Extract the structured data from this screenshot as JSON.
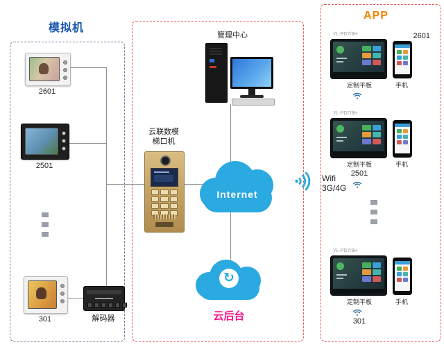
{
  "sections": {
    "analog_title": "模拟机",
    "app_title": "APP"
  },
  "left": {
    "monitors": [
      {
        "label": "2601"
      },
      {
        "label": "2501"
      },
      {
        "label": "301"
      }
    ],
    "decoder_label": "解码器"
  },
  "middle": {
    "mgmt_label": "管理中心",
    "door_line1": "云联数模",
    "door_line2": "梯口机",
    "internet_label": "Internet",
    "backend_label": "云后台"
  },
  "wifi": {
    "line1": "Wifi",
    "line2": "3G/4G"
  },
  "right": {
    "groups": [
      {
        "model": "YL-PD7/8H",
        "number": "2601",
        "tablet_label": "定制平板",
        "phone_label": "手机"
      },
      {
        "model": "YL-PD7/8H",
        "number": "2501",
        "tablet_label": "定制平板",
        "phone_label": "手机"
      },
      {
        "model": "YL-PD7/8H",
        "number": "301",
        "tablet_label": "定制平板",
        "phone_label": "手机"
      }
    ]
  },
  "icons": {
    "sync": "↻"
  },
  "colors": {
    "accent_blue": "#2BA9E1",
    "title_blue": "#1b57b0",
    "title_orange": "#f08300",
    "backend_pink": "#f5128d",
    "box_red": "#e0564d"
  }
}
